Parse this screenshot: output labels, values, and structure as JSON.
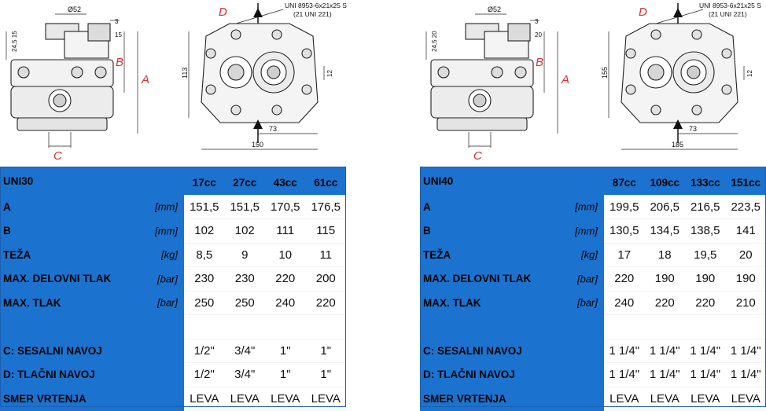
{
  "left": {
    "drawing": {
      "side": {
        "diameter_label": "Ø52",
        "dim_3": "3",
        "dim_15": "15",
        "dim_vertical_left": "24,5  15",
        "label_b": "B",
        "label_a": "A",
        "label_c": "C"
      },
      "front": {
        "label_d": "D",
        "spline_line1": "UNI 8953-6x21x25 S",
        "spline_line2": "(21 UNI 221)",
        "dim_height": "113",
        "dim_width": "150",
        "dim_offset": "73",
        "dim_small": "12"
      }
    },
    "table": {
      "model": "UNI30",
      "columns": [
        "17cc",
        "27cc",
        "43cc",
        "61cc"
      ],
      "rows": [
        {
          "label": "A",
          "unit": "[mm]",
          "values": [
            "151,5",
            "151,5",
            "170,5",
            "176,5"
          ]
        },
        {
          "label": "B",
          "unit": "[mm]",
          "values": [
            "102",
            "102",
            "111",
            "115"
          ]
        },
        {
          "label": "TEŽA",
          "unit": "[kg]",
          "values": [
            "8,5",
            "9",
            "10",
            "11"
          ]
        },
        {
          "label": "MAX. DELOVNI TLAK",
          "unit": "[bar]",
          "values": [
            "230",
            "230",
            "220",
            "200"
          ]
        },
        {
          "label": "MAX. TLAK",
          "unit": "[bar]",
          "values": [
            "250",
            "250",
            "240",
            "220"
          ]
        },
        {
          "label": "",
          "unit": "",
          "values": [
            "",
            "",
            "",
            ""
          ]
        },
        {
          "label": "C: SESALNI NAVOJ",
          "unit": "",
          "values": [
            "1/2\"",
            "3/4\"",
            "1\"",
            "1\""
          ]
        },
        {
          "label": "D: TLAČNI NAVOJ",
          "unit": "",
          "values": [
            "1/2\"",
            "3/4\"",
            "1\"",
            "1\""
          ]
        },
        {
          "label": "SMER VRTENJA",
          "unit": "",
          "values": [
            "LEVA",
            "LEVA",
            "LEVA",
            "LEVA"
          ]
        }
      ]
    }
  },
  "right": {
    "drawing": {
      "side": {
        "diameter_label": "Ø52",
        "dim_3": "3",
        "dim_20": "20",
        "dim_vertical_left": "24,5  20",
        "label_b": "B",
        "label_a": "A",
        "label_c": "C"
      },
      "front": {
        "label_d": "D",
        "spline_line1": "UNI 8953-6x21x25 S",
        "spline_line2": "(21 UNI 221)",
        "dim_height": "155",
        "dim_width": "185",
        "dim_offset": "73",
        "dim_small": "12"
      }
    },
    "table": {
      "model": "UNI40",
      "columns": [
        "87cc",
        "109cc",
        "133cc",
        "151cc"
      ],
      "rows": [
        {
          "label": "A",
          "unit": "[mm]",
          "values": [
            "199,5",
            "206,5",
            "216,5",
            "223,5"
          ]
        },
        {
          "label": "B",
          "unit": "[mm]",
          "values": [
            "130,5",
            "134,5",
            "138,5",
            "141"
          ]
        },
        {
          "label": "TEŽA",
          "unit": "[kg]",
          "values": [
            "17",
            "18",
            "19,5",
            "20"
          ]
        },
        {
          "label": "MAX. DELOVNI TLAK",
          "unit": "[bar]",
          "values": [
            "220",
            "190",
            "190",
            "190"
          ]
        },
        {
          "label": "MAX. TLAK",
          "unit": "[bar]",
          "values": [
            "240",
            "220",
            "220",
            "210"
          ]
        },
        {
          "label": "",
          "unit": "",
          "values": [
            "",
            "",
            "",
            ""
          ]
        },
        {
          "label": "C: SESALNI NAVOJ",
          "unit": "",
          "values": [
            "1 1/4\"",
            "1 1/4\"",
            "1 1/4\"",
            "1 1/4\""
          ]
        },
        {
          "label": "D: TLAČNI NAVOJ",
          "unit": "",
          "values": [
            "1 1/4\"",
            "1 1/4\"",
            "1 1/4\"",
            "1 1/4\""
          ]
        },
        {
          "label": "SMER VRTENJA",
          "unit": "",
          "values": [
            "LEVA",
            "LEVA",
            "LEVA",
            "LEVA"
          ]
        }
      ]
    }
  }
}
